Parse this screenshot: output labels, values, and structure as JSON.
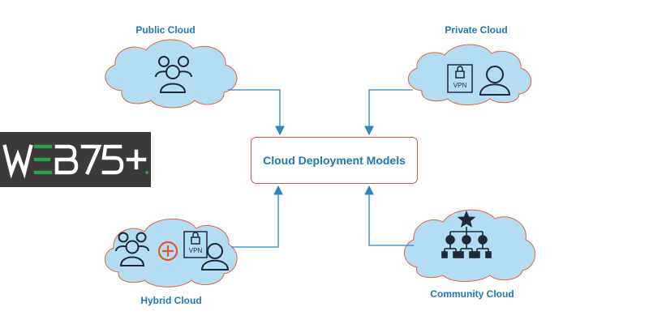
{
  "colors": {
    "cloud_fill": "#b3ddf2",
    "cloud_stroke": "#e2643a",
    "label_blue": "#1f77b4",
    "arrow_blue": "#2e86c1",
    "icon_dark": "#1f2a36",
    "plus_red": "#e2572b",
    "center_border": "#d9534f",
    "logo_bg": "#3a3a3a",
    "logo_green": "#2e9e44"
  },
  "diagram": {
    "center": "Cloud Deployment Models",
    "public_label": "Public Cloud",
    "private_label": "Private Cloud",
    "hybrid_label": "Hybrid Cloud",
    "community_label": "Community Cloud",
    "vpn_text": "VPN"
  },
  "logo": {
    "text": "WEB75+"
  },
  "icons": [
    "users-group-icon",
    "lock-vpn-icon",
    "user-icon",
    "plus-circle-icon",
    "org-chart-icon",
    "star-icon"
  ]
}
